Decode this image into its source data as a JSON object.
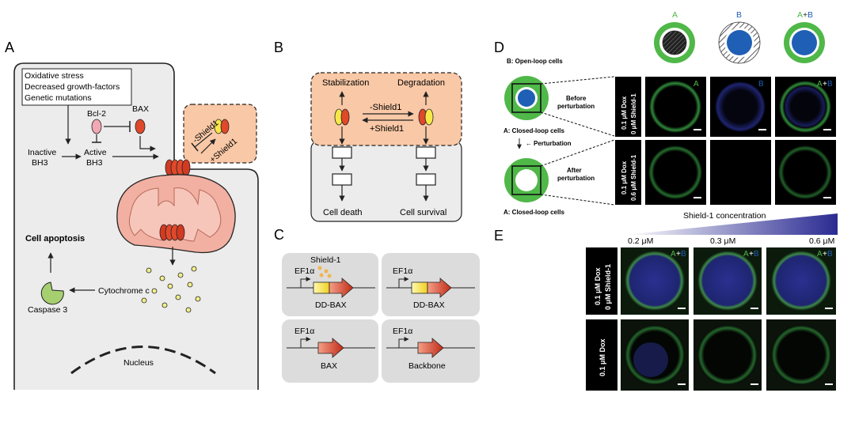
{
  "panel_labels": {
    "a": "A",
    "b": "B",
    "c": "C",
    "d": "D",
    "e": "E"
  },
  "panel_a": {
    "stress_lines": [
      "Oxidative stress",
      "Decreased growth-factors",
      "Genetic mutations"
    ],
    "bcl2": "Bcl-2",
    "bax": "BAX",
    "inactive_bh3": [
      "Inactive",
      "BH3"
    ],
    "active_bh3": [
      "Active",
      "BH3"
    ],
    "minus_shield": "-Shield1",
    "plus_shield": "+Shield1",
    "cell_apoptosis": "Cell apoptosis",
    "caspase": "Caspase 3",
    "cytochrome": "Cytochrome c",
    "nucleus": "Nucleus"
  },
  "panel_b": {
    "stabilization": "Stabilization",
    "degradation": "Degradation",
    "minus_shield": "-Shield1",
    "plus_shield": "+Shield1",
    "cell_death": "Cell death",
    "cell_survival": "Cell survival"
  },
  "panel_c": {
    "shield": "Shield-1",
    "promoter": "EF1α",
    "dd_bax": "DD-BAX",
    "bax": "BAX",
    "backbone": "Backbone"
  },
  "panel_d": {
    "headers": {
      "a": "A",
      "b": "B",
      "plus": "+"
    },
    "open_loop": "B: Open-loop cells",
    "closed_loop": "A: Closed-loop cells",
    "before": [
      "Before",
      "perturbation"
    ],
    "after": [
      "After",
      "perturbation"
    ],
    "perturbation": "Perturbation",
    "row1": [
      "0.1 μM Dox",
      "0 μM  Shield-1"
    ],
    "row2": [
      "0.1 μM Dox",
      "0.6 μM  Shield-1"
    ]
  },
  "panel_e": {
    "gradient_title": "Shield-1 concentration",
    "concentrations": [
      "0.2 μM",
      "0.3 μM",
      "0.6 μM"
    ],
    "row1": [
      "0.1 μM Dox",
      "0 μM  Shield-1"
    ],
    "row2": "0.1 μM Dox"
  },
  "colors": {
    "green_channel": "#4fb848",
    "blue_channel": "#1f5fb5",
    "peach": "#f9c8a6",
    "mito": "#f2b0a2",
    "bax_red": "#d23a22",
    "yellow": "#f7e84a"
  }
}
